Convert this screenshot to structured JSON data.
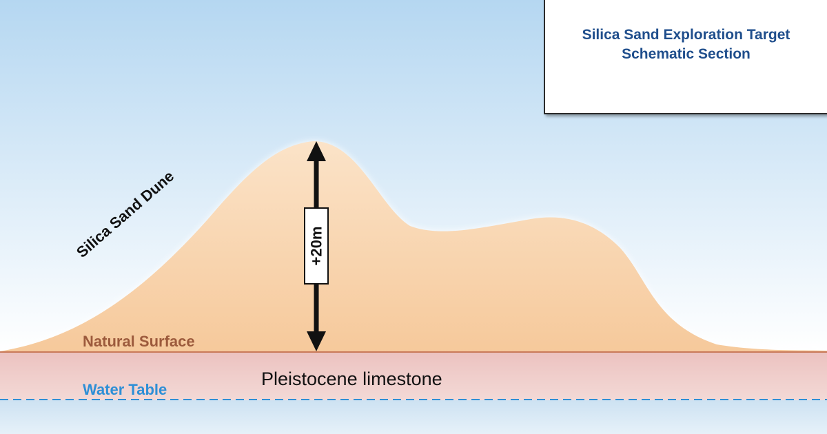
{
  "title": {
    "line1": "Silica Sand Exploration Target",
    "line2": "Schematic Section"
  },
  "labels": {
    "dune": "Silica Sand Dune",
    "height": "+20m",
    "natural_surface": "Natural Surface",
    "water_table": "Water Table",
    "limestone": "Pleistocene limestone"
  },
  "colors": {
    "sky_top": "#b5d7f1",
    "sky_bottom": "#ffffff",
    "sand": "#f6c99b",
    "limestone": "#ecc2c0",
    "water": "#cde2f2",
    "title_text": "#1f4e8c",
    "natural_surface_text": "#9c5a3c",
    "water_table_text": "#2e8fd6",
    "label_text": "#111111"
  }
}
